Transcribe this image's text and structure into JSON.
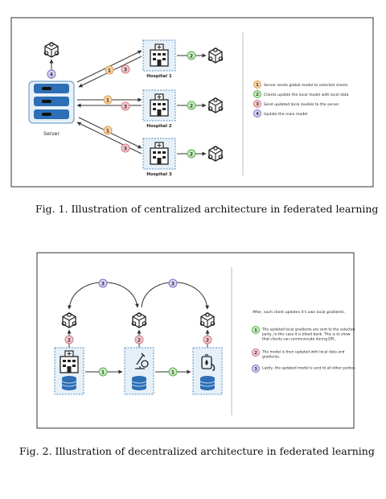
{
  "fig1": {
    "server_label": "Server",
    "hospitals": [
      "Hospital 1",
      "Hospital 2",
      "Hospital 3"
    ],
    "legend": [
      {
        "num": "1",
        "text": "Server sends global model to selected clients",
        "color": "#f5d3a8",
        "stroke": "#e0a050"
      },
      {
        "num": "2",
        "text": "Clients update the local model with local data",
        "color": "#c9ecc0",
        "stroke": "#5bb04c"
      },
      {
        "num": "3",
        "text": "Send updated local models to the server",
        "color": "#f3c9cf",
        "stroke": "#d4788a"
      },
      {
        "num": "4",
        "text": "Update the main model",
        "color": "#d9d3f3",
        "stroke": "#7e6fc9"
      }
    ],
    "caption": "Fig. 1.  Illustration of centralized architecture in federated learning"
  },
  "fig2": {
    "intro": "After, each client updates it's own local gradients.",
    "legend": [
      {
        "num": "1",
        "lines": [
          "The updated local gradients are sent to the selected",
          "party, in this case it is blood bank. This is to show",
          "that clients can communicate during DFL."
        ],
        "color": "#c9ecc0",
        "stroke": "#5bb04c"
      },
      {
        "num": "2",
        "lines": [
          "The model is then updated with local data and",
          "gradients."
        ],
        "color": "#f3c9cf",
        "stroke": "#d4788a"
      },
      {
        "num": "3",
        "lines": [
          "Lastly, the updated model is sent to all other parties."
        ],
        "color": "#d9d3f3",
        "stroke": "#7e6fc9"
      }
    ],
    "caption": "Fig. 2.  Illustration of decentralized architecture in federated learning"
  }
}
